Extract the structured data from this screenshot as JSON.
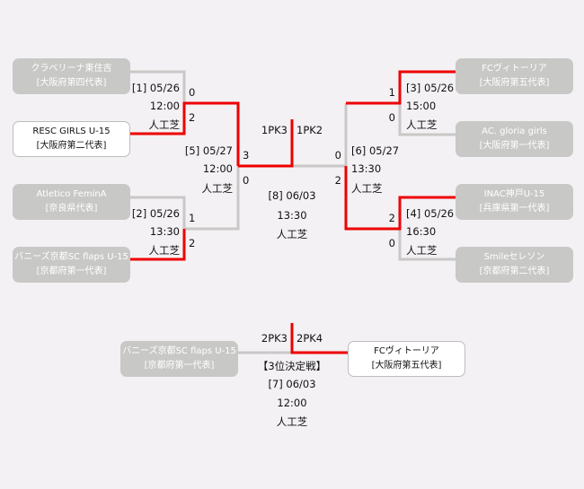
{
  "teams": {
    "l1": {
      "name": "クラベリーナ東住吉",
      "rep": "[大阪府第四代表]"
    },
    "l2": {
      "name": "RESC GIRLS U-15",
      "rep": "[大阪府第二代表]"
    },
    "l3": {
      "name": "Atletico FeminA",
      "rep": "[奈良県代表]"
    },
    "l4": {
      "name": "バニーズ京都SC flaps U-15",
      "rep": "[京都府第一代表]"
    },
    "r1": {
      "name": "FCヴィトーリア",
      "rep": "[大阪府第五代表]"
    },
    "r2": {
      "name": "AC. gloria girls",
      "rep": "[大阪府第一代表]"
    },
    "r3": {
      "name": "INAC神戸U-15",
      "rep": "[兵庫県第一代表]"
    },
    "r4": {
      "name": "Smileセレソン",
      "rep": "[京都府第二代表]"
    },
    "t1": {
      "name": "バニーズ京都SC flaps U-15",
      "rep": "[京都府第一代表]"
    },
    "t2": {
      "name": "FCヴィトーリア",
      "rep": "[大阪府第五代表]"
    }
  },
  "matches": {
    "m1": {
      "label": "[1] 05/26",
      "time": "12:00",
      "venue": "人工芝",
      "score_a": "0",
      "score_b": "2"
    },
    "m2": {
      "label": "[2] 05/26",
      "time": "13:30",
      "venue": "人工芝",
      "score_a": "1",
      "score_b": "2"
    },
    "m3": {
      "label": "[3] 05/26",
      "time": "15:00",
      "venue": "人工芝",
      "score_a": "1",
      "score_b": "0"
    },
    "m4": {
      "label": "[4] 05/26",
      "time": "16:30",
      "venue": "人工芝",
      "score_a": "2",
      "score_b": "0"
    },
    "m5": {
      "label": "[5] 05/27",
      "time": "12:00",
      "venue": "人工芝",
      "score_a": "3",
      "score_b": "0"
    },
    "m6": {
      "label": "[6] 05/27",
      "time": "13:30",
      "venue": "人工芝",
      "score_a": "0",
      "score_b": "2"
    },
    "m8": {
      "label": "[8] 06/03",
      "time": "13:30",
      "venue": "人工芝",
      "pk_left": "1PK3",
      "pk_right": "1PK2"
    },
    "m7": {
      "title": "【3位決定戦】",
      "label": "[7] 06/03",
      "time": "12:00",
      "venue": "人工芝",
      "pk_left": "2PK3",
      "pk_right": "2PK4"
    }
  },
  "colors": {
    "win_line": "#ee0000",
    "lose_line": "#c8c8c6",
    "lose_box": "#c8c9c6",
    "background": "#f3f1f4"
  }
}
